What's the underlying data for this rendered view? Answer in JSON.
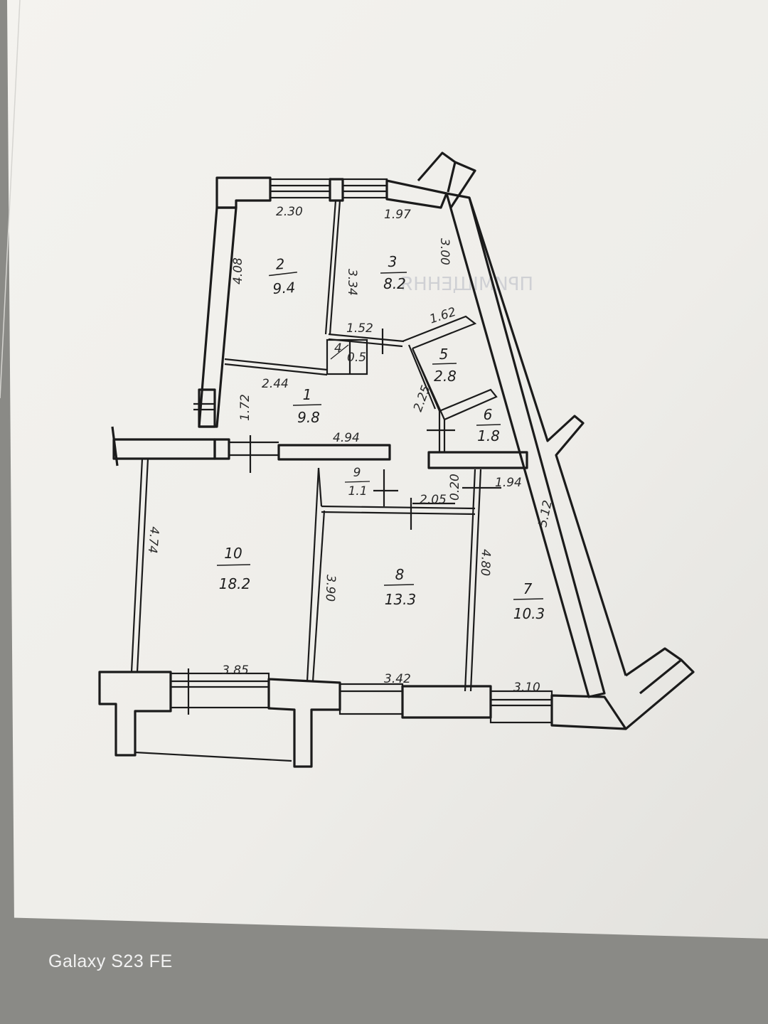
{
  "watermark": "Galaxy S23 FE",
  "colors": {
    "paper": "#f3f2ee",
    "ink": "#1b1b1b",
    "background": "#8a8a86"
  },
  "rooms": [
    {
      "id": "1",
      "number": "1",
      "area": "9.8"
    },
    {
      "id": "2",
      "number": "2",
      "area": "9.4"
    },
    {
      "id": "3",
      "number": "3",
      "area": "8.2"
    },
    {
      "id": "4",
      "number": "4",
      "area": "0.5"
    },
    {
      "id": "5",
      "number": "5",
      "area": "2.8"
    },
    {
      "id": "6",
      "number": "6",
      "area": "1.8"
    },
    {
      "id": "7",
      "number": "7",
      "area": "10.3"
    },
    {
      "id": "8",
      "number": "8",
      "area": "13.3"
    },
    {
      "id": "9",
      "number": "9",
      "area": "1.1"
    },
    {
      "id": "10",
      "number": "10",
      "area": "18.2"
    }
  ],
  "dimensions": {
    "room2_width": "2.30",
    "room3_width": "1.97",
    "room2_height": "4.08",
    "room3_left": "3.34",
    "room3_right": "3.00",
    "room3_bottom": "1.52",
    "room5_top": "1.62",
    "room5_side": "2.25",
    "room1_top": "2.44",
    "room1_side": "1.72",
    "room1_bottom": "4.94",
    "room9_width": "2.05",
    "room9_side": "0.20",
    "room7_top": "1.94",
    "room10_height": "4.74",
    "room8_height": "3.90",
    "room7_left": "4.80",
    "room7_right": "5.12",
    "room10_width": "3.85",
    "room8_width": "3.42",
    "room7_width": "3.10"
  }
}
